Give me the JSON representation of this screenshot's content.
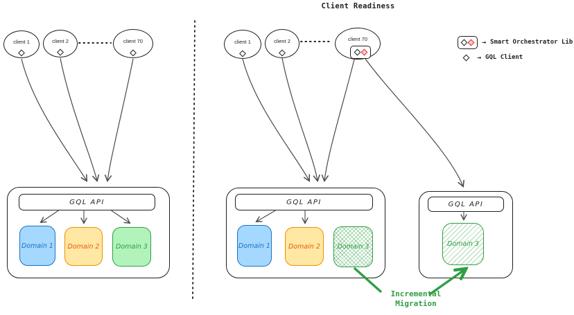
{
  "title": "Client Readiness",
  "legend": {
    "items": [
      {
        "icon": "smart-orchestrator-badge",
        "arrow": "→",
        "label": "Smart Orchestrator Lib"
      },
      {
        "icon": "gql-client-diamond",
        "arrow": "→",
        "label": "GQL Client"
      }
    ]
  },
  "panels": {
    "left": {
      "clients": [
        {
          "label": "client 1"
        },
        {
          "label": "client 2"
        },
        {
          "label": "client 70"
        }
      ],
      "api": {
        "label": "GQL API"
      },
      "domains": [
        {
          "label": "Domain 1",
          "fill": "#a5d8ff",
          "stroke": "#1971c2"
        },
        {
          "label": "Domain 2",
          "fill": "#ffe8a3",
          "stroke": "#f08c00"
        },
        {
          "label": "Domain 3",
          "fill": "#b2f2bb",
          "stroke": "#2f9e44"
        }
      ]
    },
    "middle": {
      "clients": [
        {
          "label": "client 1"
        },
        {
          "label": "client 2"
        },
        {
          "label": "client 70"
        }
      ],
      "api": {
        "label": "GQL API"
      },
      "domains": [
        {
          "label": "Domain 1",
          "fill": "#a5d8ff",
          "stroke": "#1971c2"
        },
        {
          "label": "Domain 2",
          "fill": "#ffe8a3",
          "stroke": "#f08c00"
        },
        {
          "label": "Domain 3",
          "style": "crosshatch",
          "stroke": "#2f9e44"
        }
      ]
    },
    "right": {
      "api": {
        "label": "GQL API"
      },
      "domains": [
        {
          "label": "Domain 3",
          "style": "hatch",
          "stroke": "#2f9e44"
        }
      ]
    }
  },
  "annotation": {
    "line1": "Incremental",
    "line2": "Migration",
    "color": "#2f9e44"
  },
  "colors": {
    "outline": "#1e1e1e",
    "arrow": "#494949",
    "green": "#2f9e44",
    "red_diamond_stroke": "#e03131",
    "red_diamond_fill": "#ffc9c9"
  }
}
